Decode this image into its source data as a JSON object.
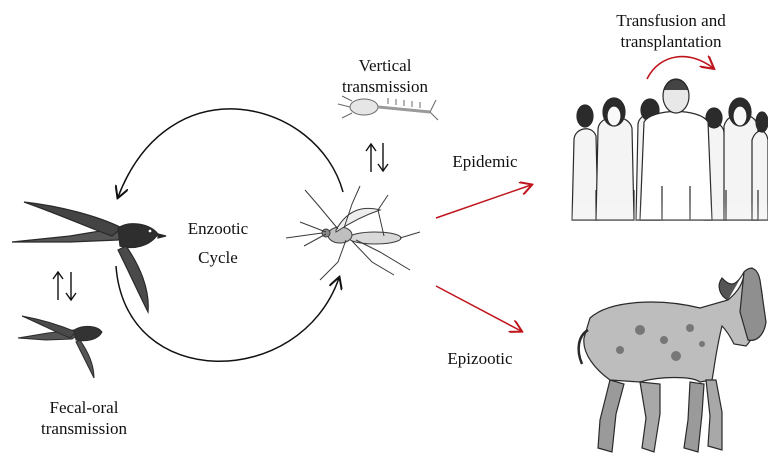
{
  "labels": {
    "transfusion_line1": "Transfusion and",
    "transfusion_line2": "transplantation",
    "vertical_line1": "Vertical",
    "vertical_line2": "transmission",
    "epidemic": "Epidemic",
    "enzootic_line1": "Enzootic",
    "enzootic_line2": "Cycle",
    "epizootic": "Epizootic",
    "fecal_line1": "Fecal-oral",
    "fecal_line2": "transmission"
  },
  "colors": {
    "red_arrow": "#c0141c",
    "black_arrow": "#111111",
    "sketch": "#3a3a3a"
  },
  "icons": {
    "swallow_large": "swallow-bird",
    "swallow_small": "swallow-bird",
    "mosquito": "mosquito",
    "larva": "mosquito-larva",
    "people": "human-crowd",
    "horse": "horse"
  }
}
